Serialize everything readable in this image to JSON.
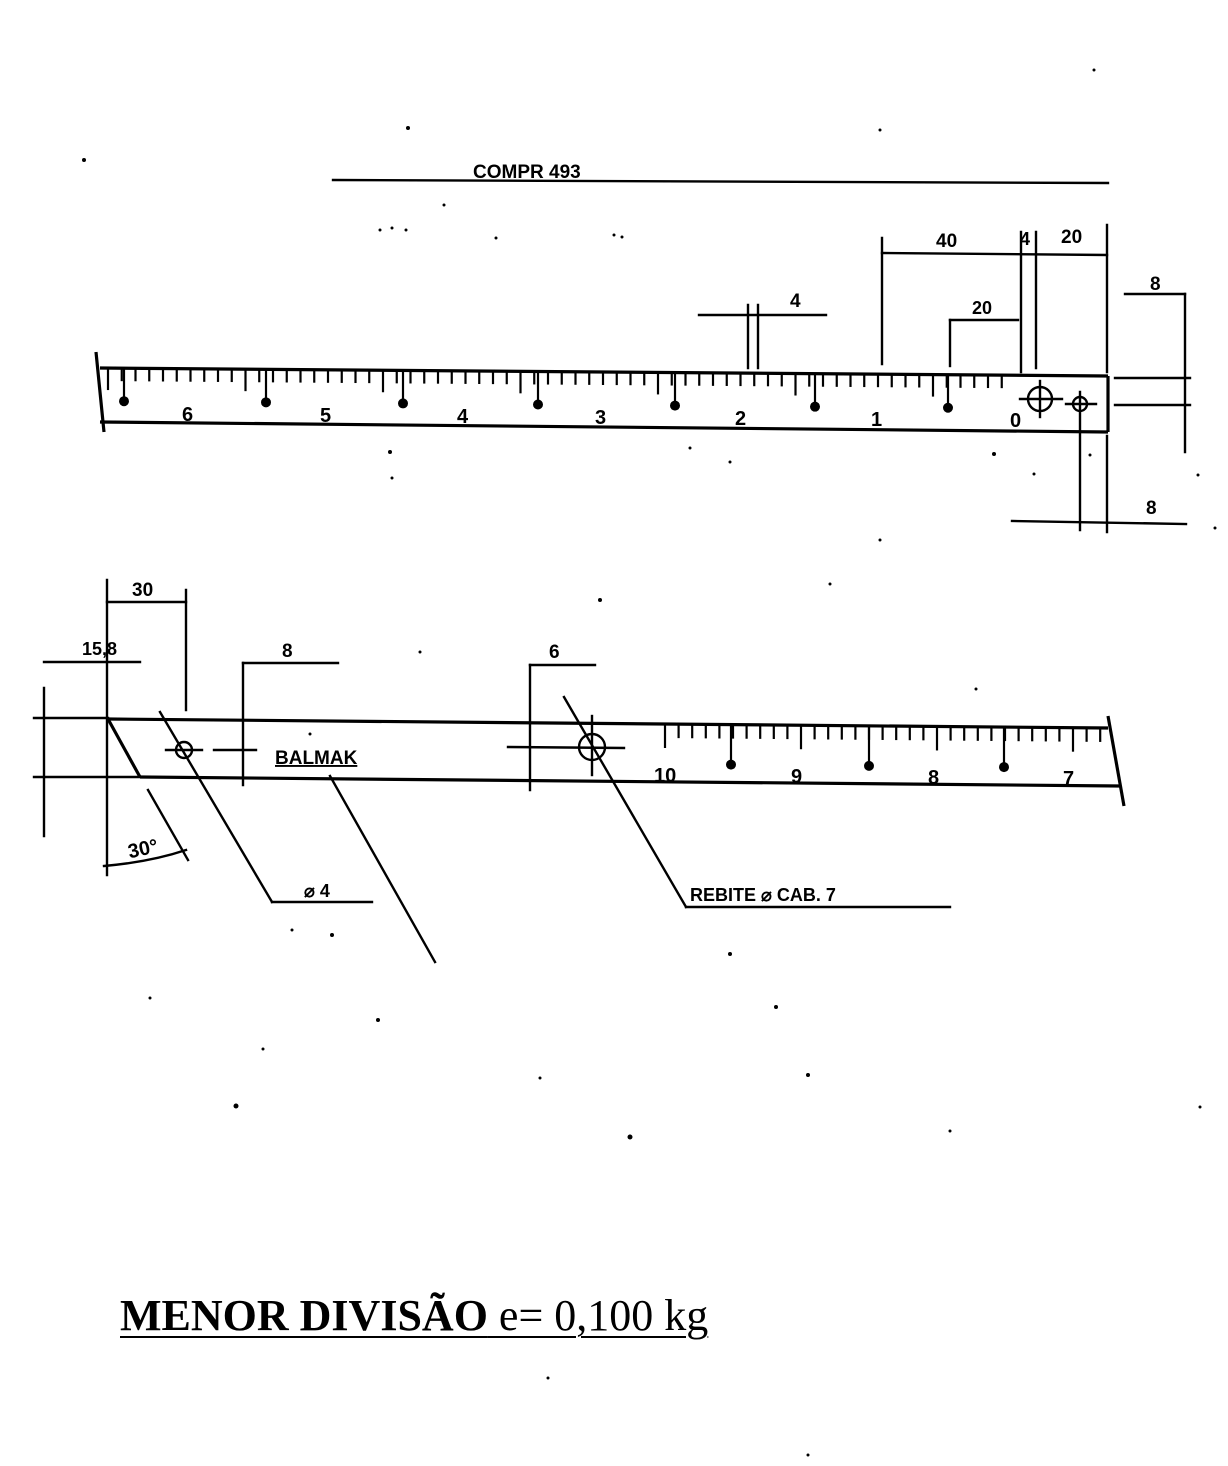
{
  "top_bar": {
    "length_label": "COMPR 493",
    "dim_40": "40",
    "dim_4_right": "4",
    "dim_20_top": "20",
    "dim_20_inner": "20",
    "dim_4_left": "4",
    "dim_8_top": "8",
    "dim_8_bottom": "8",
    "scale_numbers": [
      "6",
      "5",
      "4",
      "3",
      "2",
      "1",
      "0"
    ]
  },
  "bottom_bar": {
    "dim_30": "30",
    "dim_15_8": "15,8",
    "dim_8": "8",
    "dim_6": "6",
    "angle": "30°",
    "brand": "BALMAK",
    "hole_label": "⌀ 4",
    "rivet_label": "REBITE ⌀ CAB. 7",
    "scale_numbers": [
      "10",
      "9",
      "8",
      "7"
    ]
  },
  "footer": {
    "bold_part": "MENOR DIVISÃO",
    "rest": " e= 0,100 kg"
  }
}
